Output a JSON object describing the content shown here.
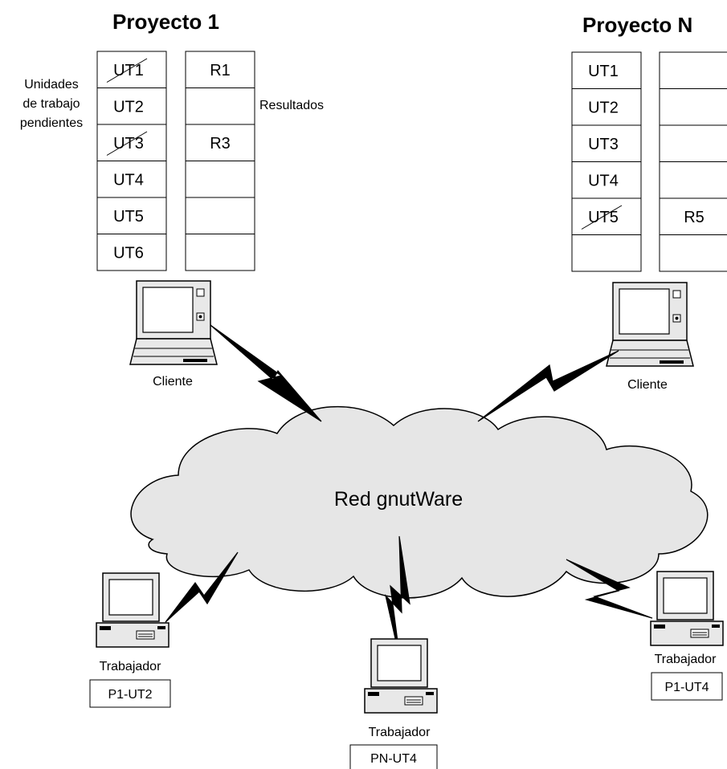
{
  "projects": [
    {
      "title": "Proyecto 1",
      "units": [
        "UT1",
        "UT2",
        "UT3",
        "UT4",
        "UT5",
        "UT6"
      ],
      "results": [
        "R1",
        "",
        "R3",
        "",
        "",
        ""
      ],
      "crossed": [
        true,
        false,
        true,
        false,
        false,
        false
      ],
      "client_label": "Cliente"
    },
    {
      "title": "Proyecto N",
      "units": [
        "UT1",
        "UT2",
        "UT3",
        "UT4",
        "UT5",
        ""
      ],
      "results": [
        "",
        "",
        "",
        "",
        "R5",
        ""
      ],
      "crossed": [
        false,
        false,
        false,
        false,
        true,
        false
      ],
      "client_label": "Cliente"
    }
  ],
  "labels": {
    "pending_line1": "Unidades",
    "pending_line2": "de trabajo",
    "pending_line3": "pendientes",
    "results": "Resultados"
  },
  "network": {
    "name": "Red gnutWare"
  },
  "workers": [
    {
      "label": "Trabajador",
      "task": "P1-UT2"
    },
    {
      "label": "Trabajador",
      "task": "PN-UT4"
    },
    {
      "label": "Trabajador",
      "task": "P1-UT4"
    }
  ]
}
